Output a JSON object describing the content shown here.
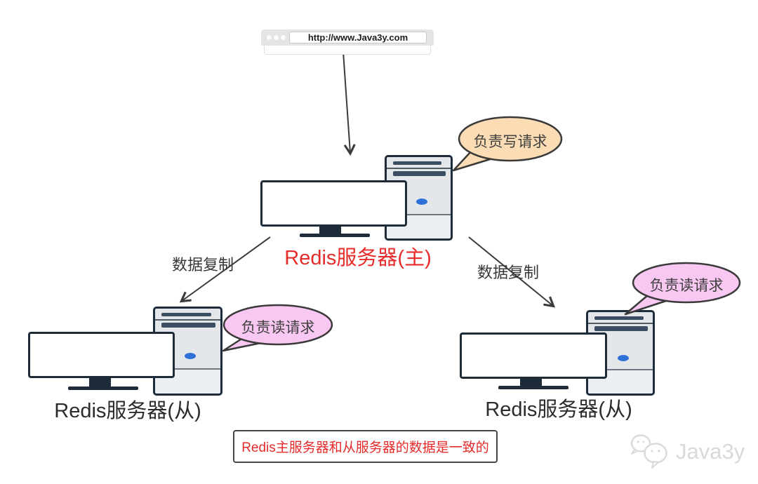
{
  "browser": {
    "url": "http://www.Java3y.com"
  },
  "servers": {
    "master": {
      "label": "Redis服务器(主)",
      "bubble_text": "负责写请求"
    },
    "slave_left": {
      "label": "Redis服务器(从)",
      "bubble_text": "负责读请求"
    },
    "slave_right": {
      "label": "Redis服务器(从)",
      "bubble_text": "负责读请求"
    }
  },
  "arrows": {
    "left_label": "数据复制",
    "right_label": "数据复制"
  },
  "note": {
    "text": "Redis主服务器和从服务器的数据是一致的"
  },
  "watermark": {
    "text": "Java3y"
  },
  "colors": {
    "master_label": "#e62b2b",
    "slave_label": "#2b2b2b",
    "note_text": "#e62b2b",
    "write_bubble_fill": "#fbdcb5",
    "read_bubble_fill": "#f9c8f2",
    "tower_outline": "#1e2c3a",
    "tower_fill": "#e4e7ea",
    "led_blue": "#2e6fd8",
    "arrow_stroke": "#3b3b3b",
    "watermark_gray": "#d9d9d9"
  }
}
